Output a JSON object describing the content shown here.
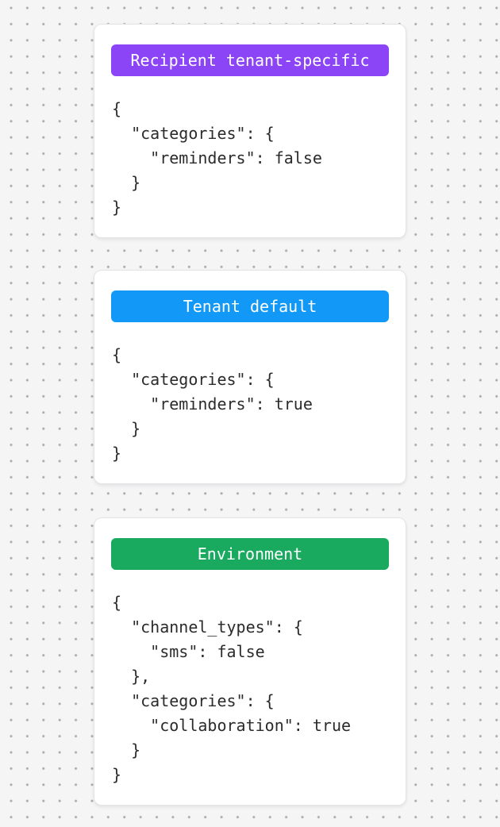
{
  "page": {
    "background_color": "#f5f5f6",
    "dot_color": "#b0b0b0"
  },
  "cards": [
    {
      "name": "recipient-tenant-specific",
      "badge": {
        "label": "Recipient tenant-specific",
        "color": "#8B45F7",
        "text_color": "#ffffff"
      },
      "code": "{\n  \"categories\": {\n    \"reminders\": false\n  }\n}"
    },
    {
      "name": "tenant-default",
      "badge": {
        "label": "Tenant default",
        "color": "#1298F6",
        "text_color": "#ffffff"
      },
      "code": "{\n  \"categories\": {\n    \"reminders\": true\n  }\n}"
    },
    {
      "name": "environment",
      "badge": {
        "label": "Environment",
        "color": "#19AA5F",
        "text_color": "#ffffff"
      },
      "code": "{\n  \"channel_types\": {\n    \"sms\": false\n  },\n  \"categories\": {\n    \"collaboration\": true\n  }\n}"
    }
  ]
}
